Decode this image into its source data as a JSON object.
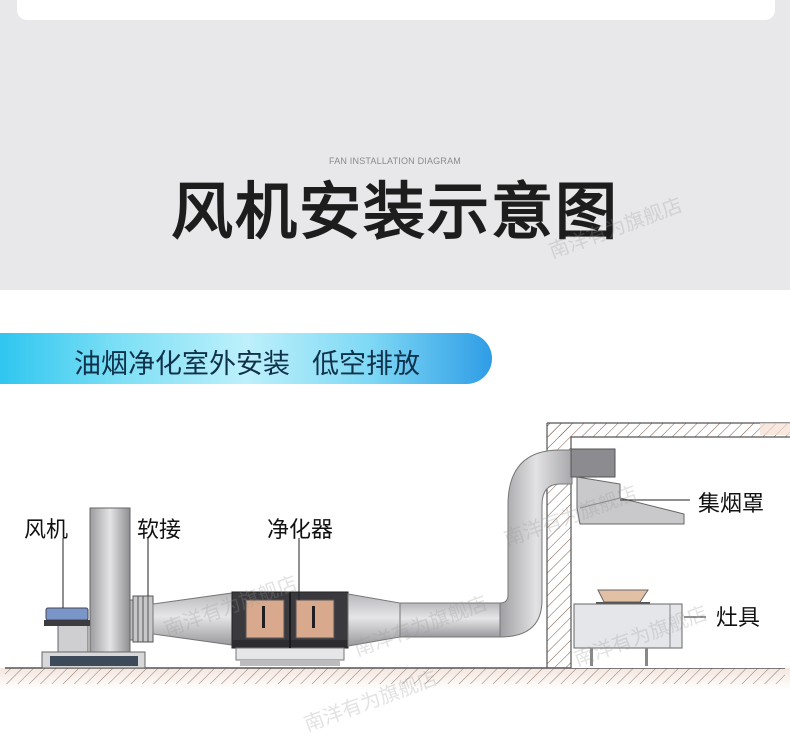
{
  "header": {
    "subtitle_en": "FAN INSTALLATION DIAGRAM",
    "title": "风机安装示意图"
  },
  "banner": {
    "text_main": "油烟净化室外安装",
    "text_sub": "低空排放",
    "colors": {
      "start": "#2fc6ef",
      "mid": "#bdf0fb",
      "end": "#2f9de6"
    }
  },
  "diagram": {
    "labels": {
      "fan": "风机",
      "flex_joint": "软接",
      "purifier": "净化器",
      "hood": "集烟罩",
      "stove": "灶具"
    }
  },
  "watermark": {
    "text": "南洋有为旗舰店"
  }
}
